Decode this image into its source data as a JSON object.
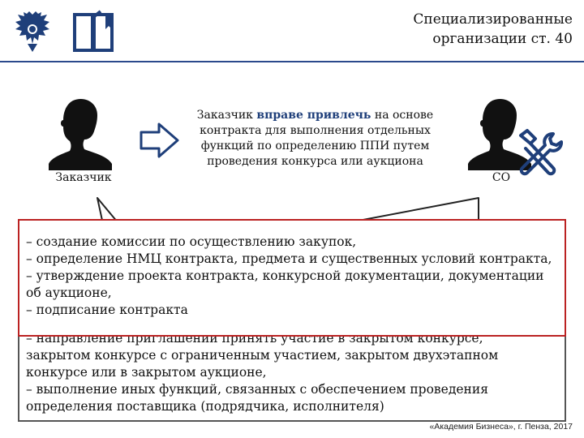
{
  "header": {
    "title_line1": "Специализированные",
    "title_line2": "организации ст. 40"
  },
  "icons": {
    "emblem": "double-headed-eagle-emblem",
    "book": "open-book-logo",
    "person_left": "person-silhouette-icon",
    "person_right": "person-silhouette-icon",
    "tools": "hammer-wrench-icon",
    "arrow": "right-arrow-icon"
  },
  "colors": {
    "brand_blue": "#1f3f7a",
    "header_line": "#2b4a8c",
    "front_border": "#b22222",
    "back_border": "#555555"
  },
  "main": {
    "left_label": "Заказчик",
    "right_label": "СО",
    "center_before": "Заказчик ",
    "center_emphasis": "вправе привлечь",
    "center_after_line1": " на основе",
    "center_line2": "контракта для выполнения отдельных",
    "center_line3": "функций по определению ППИ путем",
    "center_line4": "проведения конкурса или аукциона"
  },
  "front_box": {
    "lines": [
      "– создание комиссии по осуществлению закупок,",
      "– определение НМЦ контракта, предмета и существенных условий контракта,",
      "– утверждение проекта контракта, конкурсной документации, документации",
      "об аукционе,",
      "– подписание контракта"
    ]
  },
  "back_box": {
    "lines": [
      "– направление приглашений принять участие в закрытом конкурсе,",
      "закрытом конкурсе с ограниченным участием, закрытом двухэтапном",
      "конкурсе или в закрытом аукционе,",
      "– выполнение иных функций, связанных с обеспечением проведения",
      "определения поставщика (подрядчика, исполнителя)"
    ]
  },
  "footer": {
    "text": "«Академия Бизнеса», г. Пенза, 2017"
  }
}
